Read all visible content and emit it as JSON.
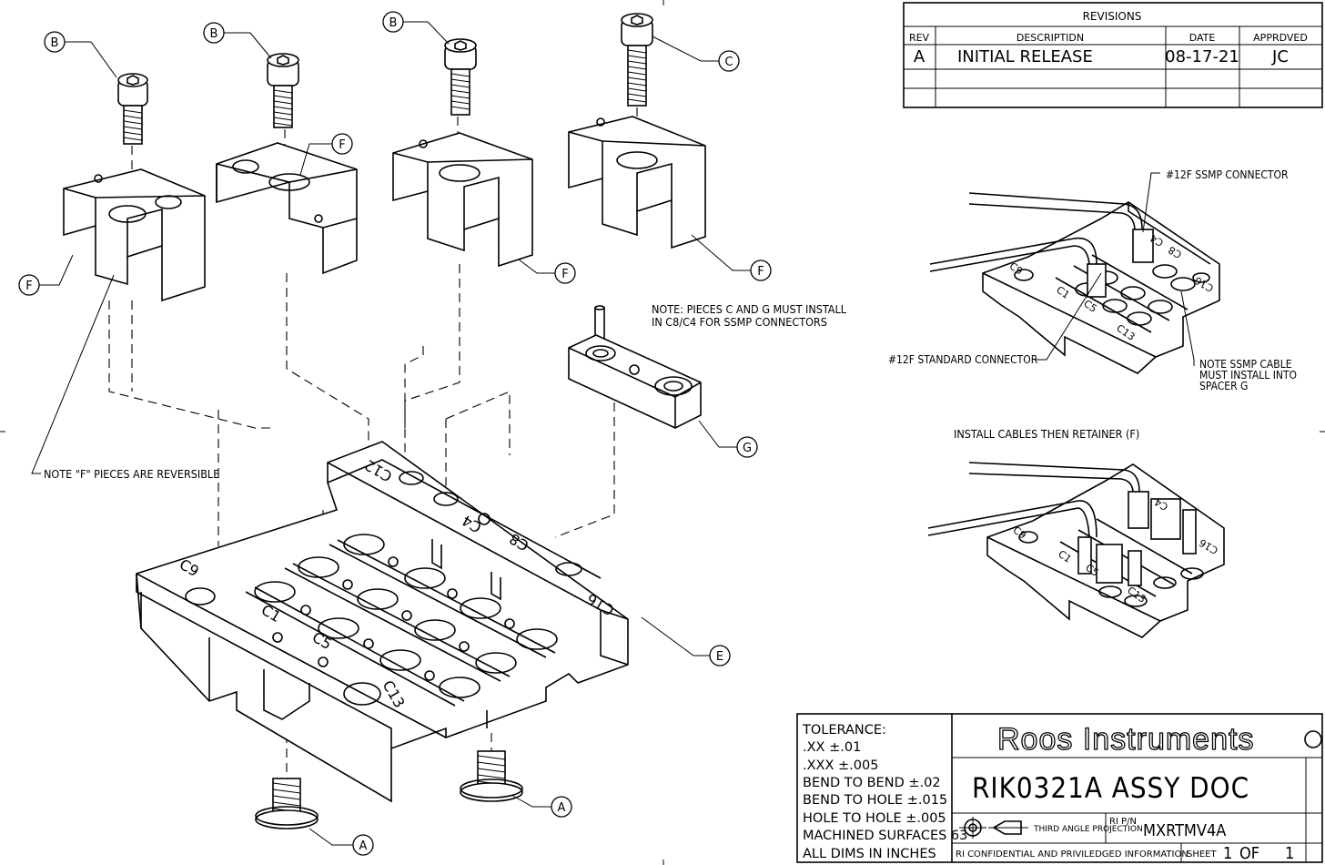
{
  "revisions": {
    "title": "REVISIONS",
    "headers": [
      "REV",
      "DESCRIPTIDN",
      "DATE",
      "APPRDVED"
    ],
    "rows": [
      [
        "A",
        "INITIAL RELEASE",
        "08-17-21",
        "JC"
      ],
      [
        "",
        "",
        "",
        ""
      ],
      [
        "",
        "",
        "",
        ""
      ]
    ]
  },
  "callouts": {
    "A": "A",
    "B": "B",
    "C": "C",
    "E": "E",
    "F": "F",
    "G": "G"
  },
  "part_labels": {
    "c1": "C1",
    "c4": "C4",
    "c5": "C5",
    "c8": "C8",
    "c9": "C9",
    "c12": "C12",
    "c13": "C13",
    "c16": "C16"
  },
  "notes": {
    "pieces_c_g_line1": "NOTE: PIECES C AND G MUST INSTALL",
    "pieces_c_g_line2": "IN C8/C4 FOR SSMP CONNECTORS",
    "f_reversible": "NOTE \"F\" PIECES ARE REVERSIBLE",
    "ssmp_connector": "#12F SSMP CONNECTOR",
    "standard_connector": "#12F STANDARD CONNECTOR",
    "ssmp_cable_line1": "NOTE SSMP CABLE",
    "ssmp_cable_line2": "MUST INSTALL INTO",
    "ssmp_cable_line3": "SPACER G",
    "install_cables": "INSTALL CABLES THEN RETAINER (F)"
  },
  "title_block": {
    "tolerance_lines": [
      "TOLERANCE:",
      ".XX ±.01",
      ".XXX ±.005",
      "BEND TO BEND ±.02",
      "BEND TO HOLE ±.015",
      "HOLE TO HOLE ±.005",
      "MACHINED SURFACES 63",
      "ALL DIMS IN INCHES"
    ],
    "company": "Roos Instruments",
    "drawing_title": "RIK0321A ASSY DOC",
    "projection": "THIRD ANGLE PROJECTION",
    "pn_label": "RI P/N",
    "pn_value": "MXRTMV4A",
    "confidential": "RI CONFIDENTIAL AND PRIVILEDGED INFORMATION",
    "sheet_label": "SHEET",
    "sheet_num": "1",
    "of_label": "OF",
    "sheet_total": "1"
  }
}
